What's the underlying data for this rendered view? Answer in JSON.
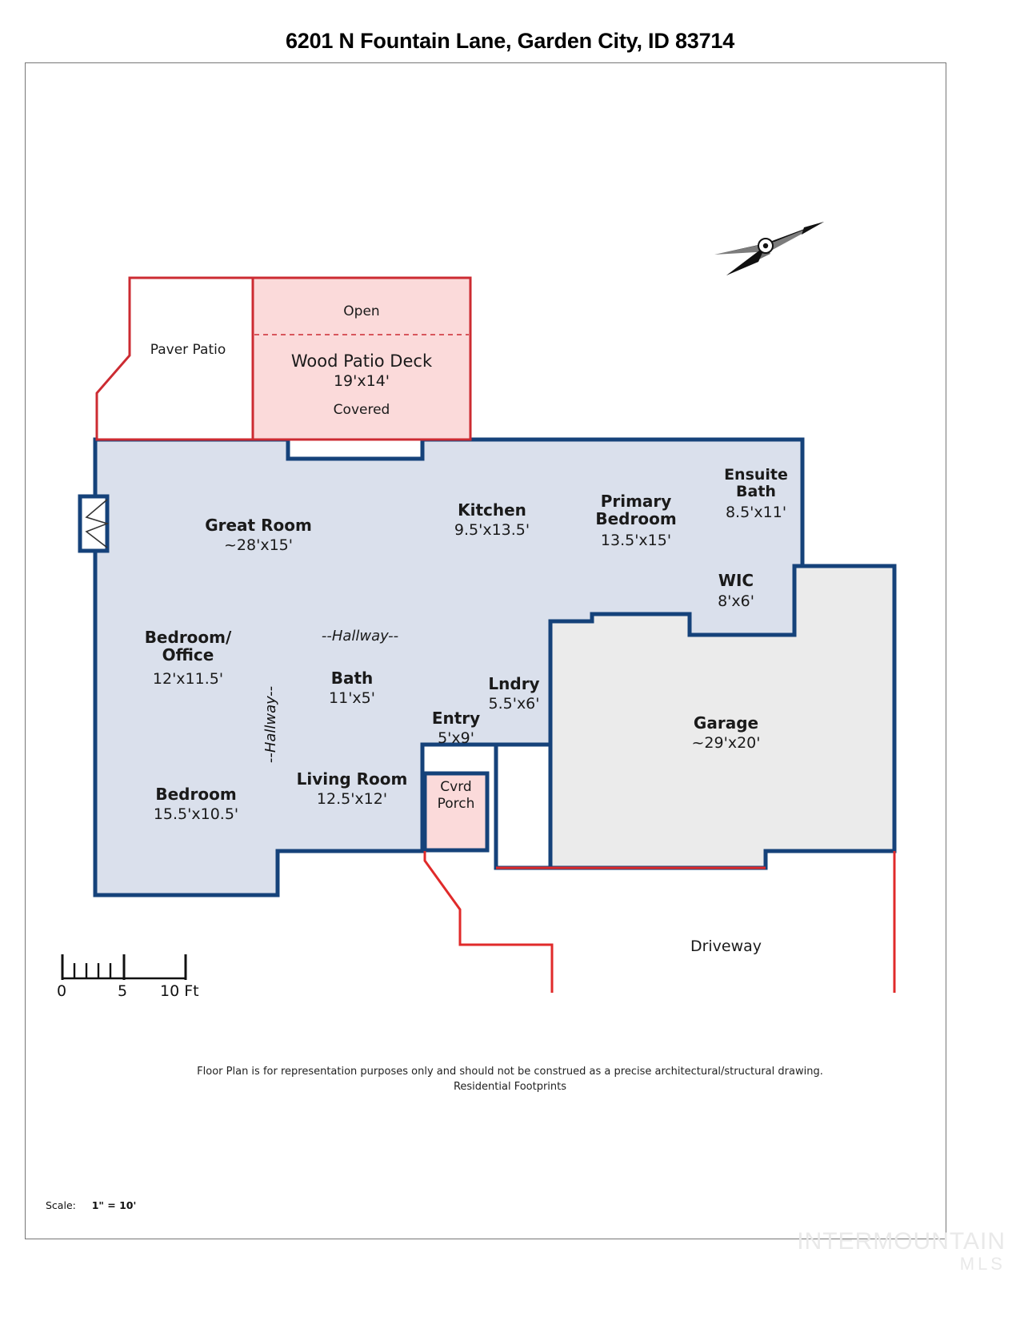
{
  "title": "6201 N Fountain Lane, Garden City, ID 83714",
  "colors": {
    "interior_fill": "#dae0ec",
    "interior_stroke": "#15427a",
    "patio_fill": "#fbdada",
    "patio_stroke": "#cc2b32",
    "garage_fill": "#ebebeb",
    "driveway_stroke": "#e02a2a",
    "frame_stroke": "#777777",
    "text": "#1a1a1a"
  },
  "rooms": [
    {
      "id": "great-room",
      "name": "Great Room",
      "dim": "~28'x15'"
    },
    {
      "id": "kitchen",
      "name": "Kitchen",
      "dim": "9.5'x13.5'"
    },
    {
      "id": "primary-bedroom",
      "name": "Primary\nBedroom",
      "dim": "13.5'x15'"
    },
    {
      "id": "ensuite-bath",
      "name": "Ensuite\nBath",
      "dim": "8.5'x11'"
    },
    {
      "id": "wic",
      "name": "WIC",
      "dim": "8'x6'"
    },
    {
      "id": "bedroom-office",
      "name": "Bedroom/\nOffice",
      "dim": "12'x11.5'"
    },
    {
      "id": "bath",
      "name": "Bath",
      "dim": "11'x5'"
    },
    {
      "id": "bedroom",
      "name": "Bedroom",
      "dim": "15.5'x10.5'"
    },
    {
      "id": "living-room",
      "name": "Living Room",
      "dim": "12.5'x12'"
    },
    {
      "id": "entry",
      "name": "Entry",
      "dim": "5'x9'"
    },
    {
      "id": "lndry",
      "name": "Lndry",
      "dim": "5.5'x6'"
    },
    {
      "id": "garage",
      "name": "Garage",
      "dim": "~29'x20'"
    },
    {
      "id": "cvrd-porch",
      "name": "Cvrd\nPorch",
      "dim": ""
    }
  ],
  "exterior": {
    "paver_patio": "Paver Patio",
    "wood_patio_deck_name": "Wood Patio Deck",
    "wood_patio_deck_dim": "19'x14'",
    "open_label": "Open",
    "covered_label": "Covered",
    "driveway": "Driveway"
  },
  "hallway": {
    "horizontal": "--Hallway--",
    "vertical": "--Hallway--"
  },
  "scale_bar": {
    "zero": "0",
    "five": "5",
    "ten": "10 Ft"
  },
  "footer": {
    "line1": "Floor Plan is for representation purposes only and should not be construed as a precise architectural/structural drawing.",
    "line2": "Residential Footprints",
    "scale_label": "Scale:",
    "scale_value": "1\" = 10'"
  },
  "watermark": {
    "line1": "INTERMOUNTAIN",
    "line2": "MLS"
  },
  "compass": {
    "name": "north-arrow"
  }
}
